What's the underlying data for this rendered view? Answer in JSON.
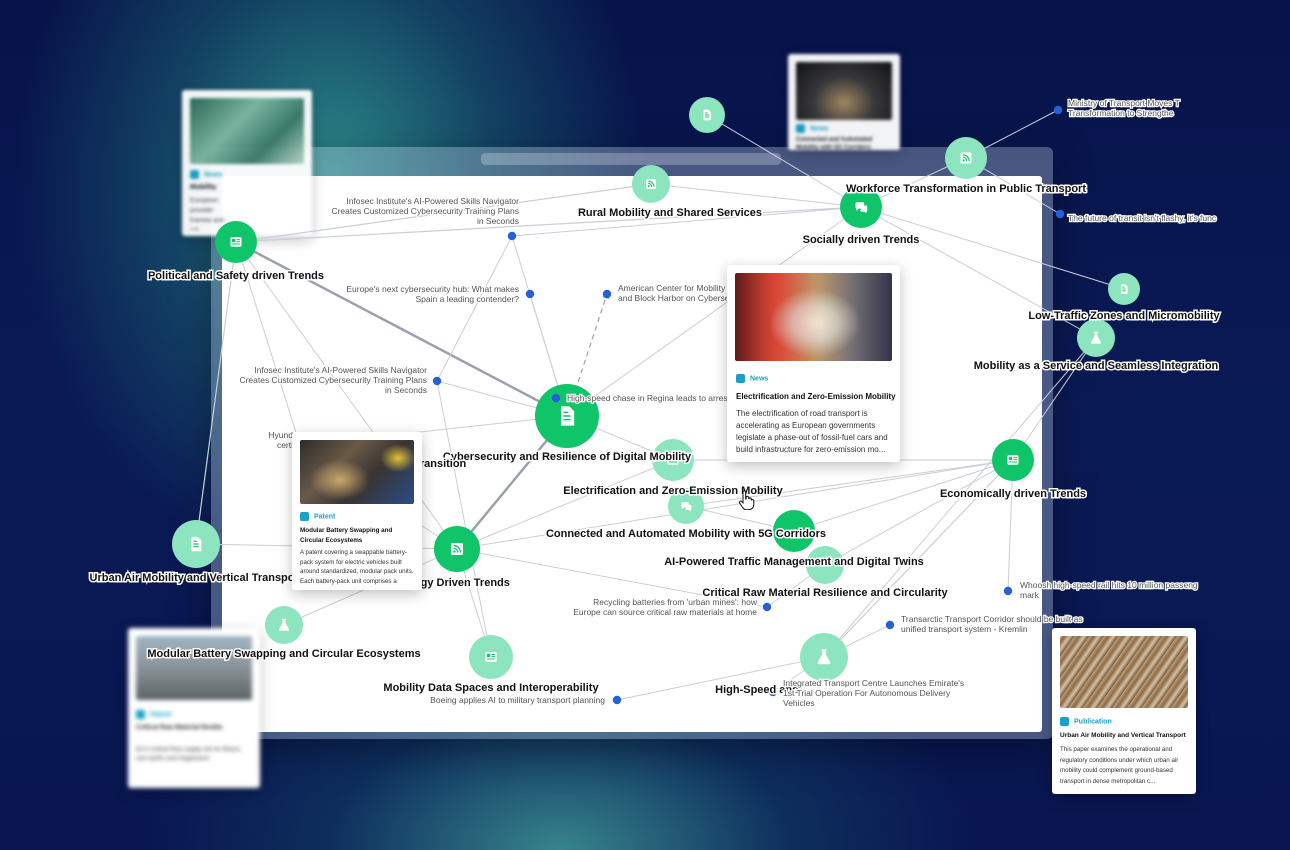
{
  "graph": {
    "hubs": [
      {
        "id": "political",
        "label": "Political and Safety driven Trends",
        "icon": "newspaper-icon"
      },
      {
        "id": "social",
        "label": "Socially driven Trends",
        "icon": "chat-icon"
      },
      {
        "id": "economic",
        "label": "Economically driven Trends",
        "icon": "newspaper-icon"
      },
      {
        "id": "techdriven",
        "label": "ology Driven Trends",
        "icon": "rss-icon"
      },
      {
        "id": "cyber",
        "label": "Cybersecurity and Resilience of Digital Mobility",
        "icon": "document-icon"
      },
      {
        "id": "connected",
        "label": "Connected and Automated Mobility with 5G Corridors",
        "icon": "none"
      }
    ],
    "topics": [
      {
        "id": "rural",
        "label": "Rural Mobility and Shared Services",
        "icon": "rss-icon"
      },
      {
        "id": "workforce",
        "label": "Workforce Transformation in Public Transport",
        "icon": "rss-icon"
      },
      {
        "id": "ltz",
        "label": "Low-Traffic Zones and Micromobility",
        "icon": "document-icon"
      },
      {
        "id": "maas",
        "label": "Mobility as a Service and Seamless Integration",
        "icon": "flask-icon"
      },
      {
        "id": "electrification",
        "label": "Electrification and Zero-Emission Mobility",
        "icon": "newspaper-icon"
      },
      {
        "id": "aitraffic",
        "label": "AI-Powered Traffic Management and Digital Twins",
        "icon": "chat-icon"
      },
      {
        "id": "rawmat",
        "label": "Critical Raw Material Resilience and Circularity",
        "icon": "none"
      },
      {
        "id": "uam",
        "label": "Urban Air Mobility and Vertical Transport",
        "icon": "document-icon"
      },
      {
        "id": "battery",
        "label": "Modular Battery Swapping and Circular Ecosystems",
        "icon": "flask-icon"
      },
      {
        "id": "dataspaces",
        "label": "Mobility Data Spaces and Interoperability",
        "icon": "newspaper-icon"
      },
      {
        "id": "hsr",
        "label": "High-Speed and",
        "icon": "flask-icon"
      },
      {
        "id": "transition",
        "label": "Transition",
        "icon": "none"
      },
      {
        "id": "topdoc",
        "label": "",
        "icon": "document-icon"
      }
    ],
    "articles": [
      {
        "id": "a1",
        "lines": [
          "Infosec Institute's AI-Powered Skills Navigator",
          "Creates Customized Cybersecurity Training Plans",
          "in Seconds"
        ]
      },
      {
        "id": "a2",
        "lines": [
          "Europe's next cybersecurity hub: What makes",
          "Spain a leading contender?"
        ]
      },
      {
        "id": "a3",
        "lines": [
          "American Center for Mobility Pa",
          "and Block Harbor on Cybersecu"
        ]
      },
      {
        "id": "a4",
        "lines": [
          "Infosec Institute's AI-Powered Skills Navigator",
          "Creates Customized Cybersecurity Training Plans",
          "in Seconds"
        ]
      },
      {
        "id": "a5",
        "lines": [
          "High-speed chase in Regina leads to arrests"
        ]
      },
      {
        "id": "a6",
        "lines": [
          "Hyund",
          "certi"
        ]
      },
      {
        "id": "a7",
        "lines": [
          "Recycling batteries from 'urban mines': how",
          "Europe can source critical raw materials at home"
        ]
      },
      {
        "id": "a8",
        "lines": [
          "Whoosh high-speed rail hits 10 million passeng",
          "mark"
        ]
      },
      {
        "id": "a9",
        "lines": [
          "Transarctic Transport Corridor should be built as",
          "unified transport system - Kremlin"
        ]
      },
      {
        "id": "a10",
        "lines": [
          "Integrated Transport Centre Launches Emirate's",
          "1st Trial Operation For Autonomous Delivery",
          "Vehicles"
        ]
      },
      {
        "id": "a11",
        "lines": [
          "Boeing applies AI to military transport planning"
        ]
      },
      {
        "id": "a12",
        "lines": [
          "Ministry of Transport Moves T",
          "Transformation to Strengthe"
        ]
      },
      {
        "id": "a13",
        "lines": [
          "The future of transit isn't flashy, it's func"
        ]
      }
    ]
  },
  "cards": {
    "news": {
      "type": "News",
      "title": "Electrification and Zero-Emission Mobility",
      "desc": "The electrification of road transport is accelerating as European governments legislate a phase-out of fossil-fuel cars and build infrastructure for zero-emission mo..."
    },
    "patent": {
      "type": "Patent",
      "title": "Modular Battery Swapping and Circular Ecosystems",
      "desc": "A patent covering a swappable battery-pack system for electric vehicles built around standardized, modular pack units. Each battery-pack unit comprises a batter..."
    },
    "publication": {
      "type": "Publication",
      "title": "Urban Air Mobility and Vertical Transport",
      "desc": "This paper examines the operational and regulatory conditions under which urban air mobility could complement ground-based transport in dense metropolitan c..."
    },
    "bg_top": {
      "type": "News",
      "title": "Connected and Automated Mobility with 5G Corridors",
      "desc": ""
    },
    "bg_left": {
      "type": "News",
      "title": "Mobility",
      "desc": "European provider framew and infr"
    },
    "bg_bottom": {
      "type": "Patent",
      "title": "Critical Raw Material Resilie",
      "desc": "EU's Critical Raw supply risk for lithium, rare earths and magnesium"
    }
  },
  "colors": {
    "hub": "#10c46a",
    "topic": "#8de5bf",
    "edge": "#c9ced8",
    "article_dot": "#2460d8",
    "accent": "#1aa1c8"
  }
}
